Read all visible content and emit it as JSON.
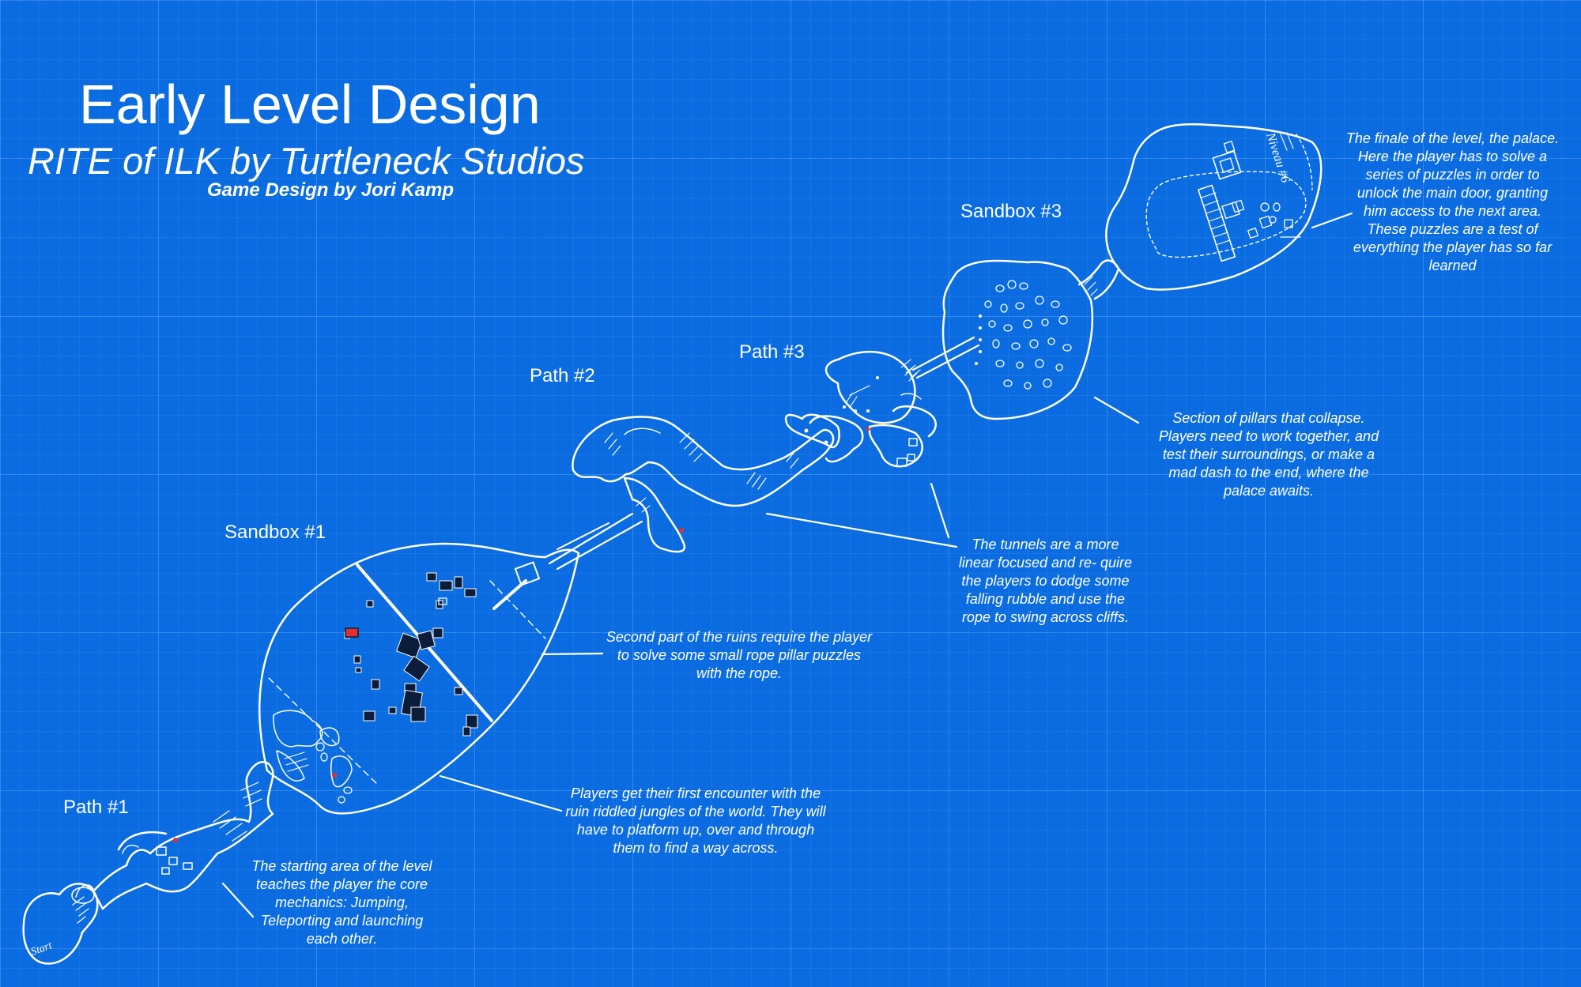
{
  "header": {
    "title": "Early Level Design",
    "subtitle": "RITE of ILK by Turtleneck Studios",
    "byline": "Game Design by Jori Kamp"
  },
  "areas": {
    "path1": "Path #1",
    "sandbox1": "Sandbox #1",
    "path2": "Path #2",
    "path3": "Path #3",
    "sandbox3": "Sandbox #3"
  },
  "map_text": {
    "start": "Start",
    "niveau": "Niveau #6"
  },
  "notes": {
    "start_area": "The starting area of the level teaches the player the core mechanics: Jumping, Teleporting and launching each other.",
    "first_encounter": "Players get their first encounter with the ruin riddled jungles of the world. They will have to platform up, over and through them to find a way across.",
    "ruins_part2": "Second part of the ruins require the player to solve some small rope pillar puzzles with the rope.",
    "tunnels": "The tunnels are a more linear focused and re- quire the players to dodge some falling rubble and use the rope to swing across cliffs.",
    "pillars": "Section of pillars that collapse. Players need to work together, and test their surroundings, or make a mad dash to the end, where the palace awaits.",
    "finale": "The finale of the level, the palace. Here the player has to solve a series of puzzles in order to unlock the main door, granting him access to the next area. These puzzles are a test of everything the player has so far learned"
  },
  "colors": {
    "background": "#0a6ce0",
    "ink": "#ffffff",
    "rubble": "#0b1d3a",
    "marker": "#e03030"
  }
}
